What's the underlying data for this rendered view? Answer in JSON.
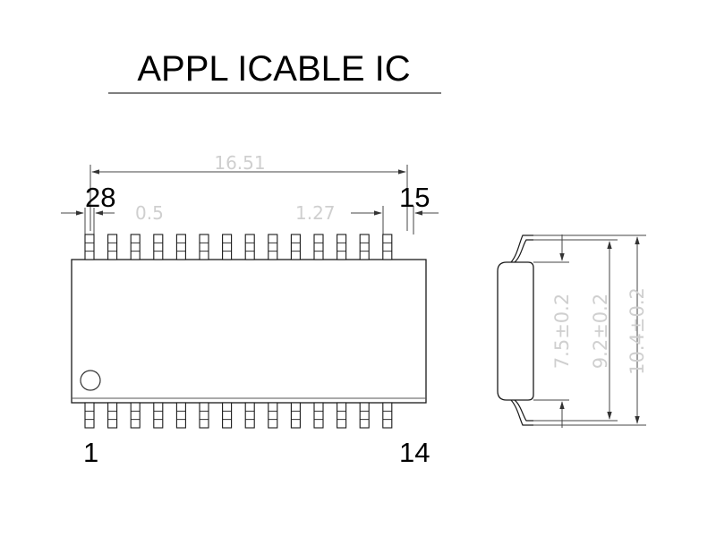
{
  "title": "APPL ICABLE IC",
  "pin_labels": {
    "top_left": "28",
    "top_right": "15",
    "bottom_left": "1",
    "bottom_right": "14"
  },
  "dimensions": {
    "overall_length": "16.51",
    "lead_width": "0.5",
    "lead_pitch": "1.27",
    "body_width": "7.5±0.2",
    "lead_span": "9.2±0.2",
    "total_width": "10.4±0.2"
  },
  "pins_per_side": 14
}
